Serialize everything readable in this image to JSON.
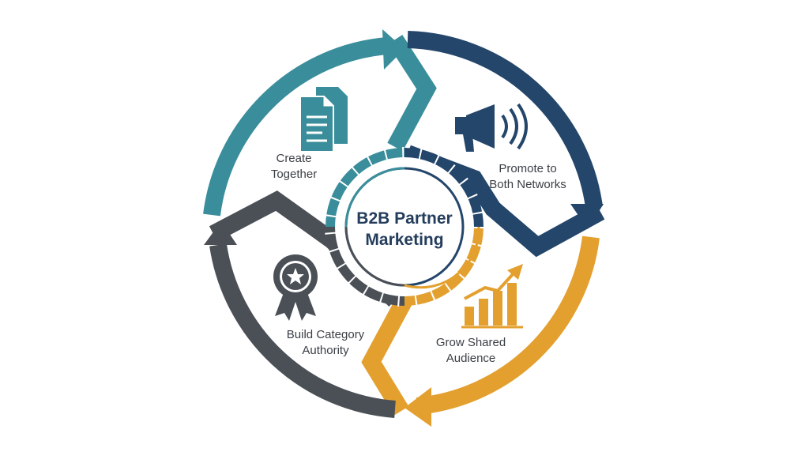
{
  "center": {
    "line1": "B2B Partner",
    "line2": "Marketing"
  },
  "steps": [
    {
      "id": "create",
      "line1": "Create",
      "line2": "Together",
      "icon": "documents-icon",
      "color": "#3a8e9b"
    },
    {
      "id": "promote",
      "line1": "Promote to",
      "line2": "Both Networks",
      "icon": "megaphone-icon",
      "color": "#24466b"
    },
    {
      "id": "grow",
      "line1": "Grow Shared",
      "line2": "Audience",
      "icon": "growth-chart-icon",
      "color": "#e3a02f"
    },
    {
      "id": "authority",
      "line1": "Build Category",
      "line2": "Authority",
      "icon": "award-badge-icon",
      "color": "#4b5057"
    }
  ],
  "colors": {
    "teal": "#3a8e9b",
    "navy": "#24466b",
    "gold": "#e3a02f",
    "charcoal": "#4b5057",
    "center_text": "#243d5c"
  }
}
